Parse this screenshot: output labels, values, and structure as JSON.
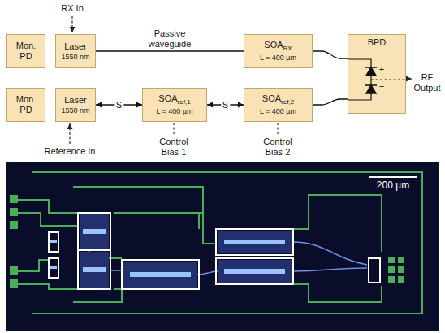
{
  "diagram": {
    "nodes": [
      {
        "text": [
          "Mon. PD"
        ]
      },
      {
        "text": [
          "Laser",
          "1550 nm"
        ]
      },
      {
        "text": [
          "SOA",
          "RX",
          "L = 400 µm"
        ]
      },
      {
        "text": [
          "BPD"
        ]
      },
      {
        "text": [
          "Mon. PD"
        ]
      },
      {
        "text": [
          "Laser",
          "1550 nm"
        ]
      },
      {
        "text": [
          "SOA",
          "ref,1",
          "L = 400 µm"
        ]
      },
      {
        "text": [
          "SOA",
          "ref,2",
          "L = 400 µm"
        ]
      }
    ],
    "edges": [
      {
        "from": 1,
        "to": 2,
        "arrow": "none",
        "label": "Passive waveguide"
      },
      {
        "from": 2,
        "to": 3,
        "arrow": "none"
      },
      {
        "from": 5,
        "to": 6,
        "arrow": "both",
        "label": "S"
      },
      {
        "from": 6,
        "to": 7,
        "arrow": "both",
        "label": "S"
      },
      {
        "from": 7,
        "to": 3,
        "arrow": "none"
      }
    ],
    "labels": [
      "RX In",
      "Reference In",
      "Control Bias 1",
      "Control Bias 2",
      "+",
      "−",
      "RF Output",
      "200 µm"
    ]
  }
}
